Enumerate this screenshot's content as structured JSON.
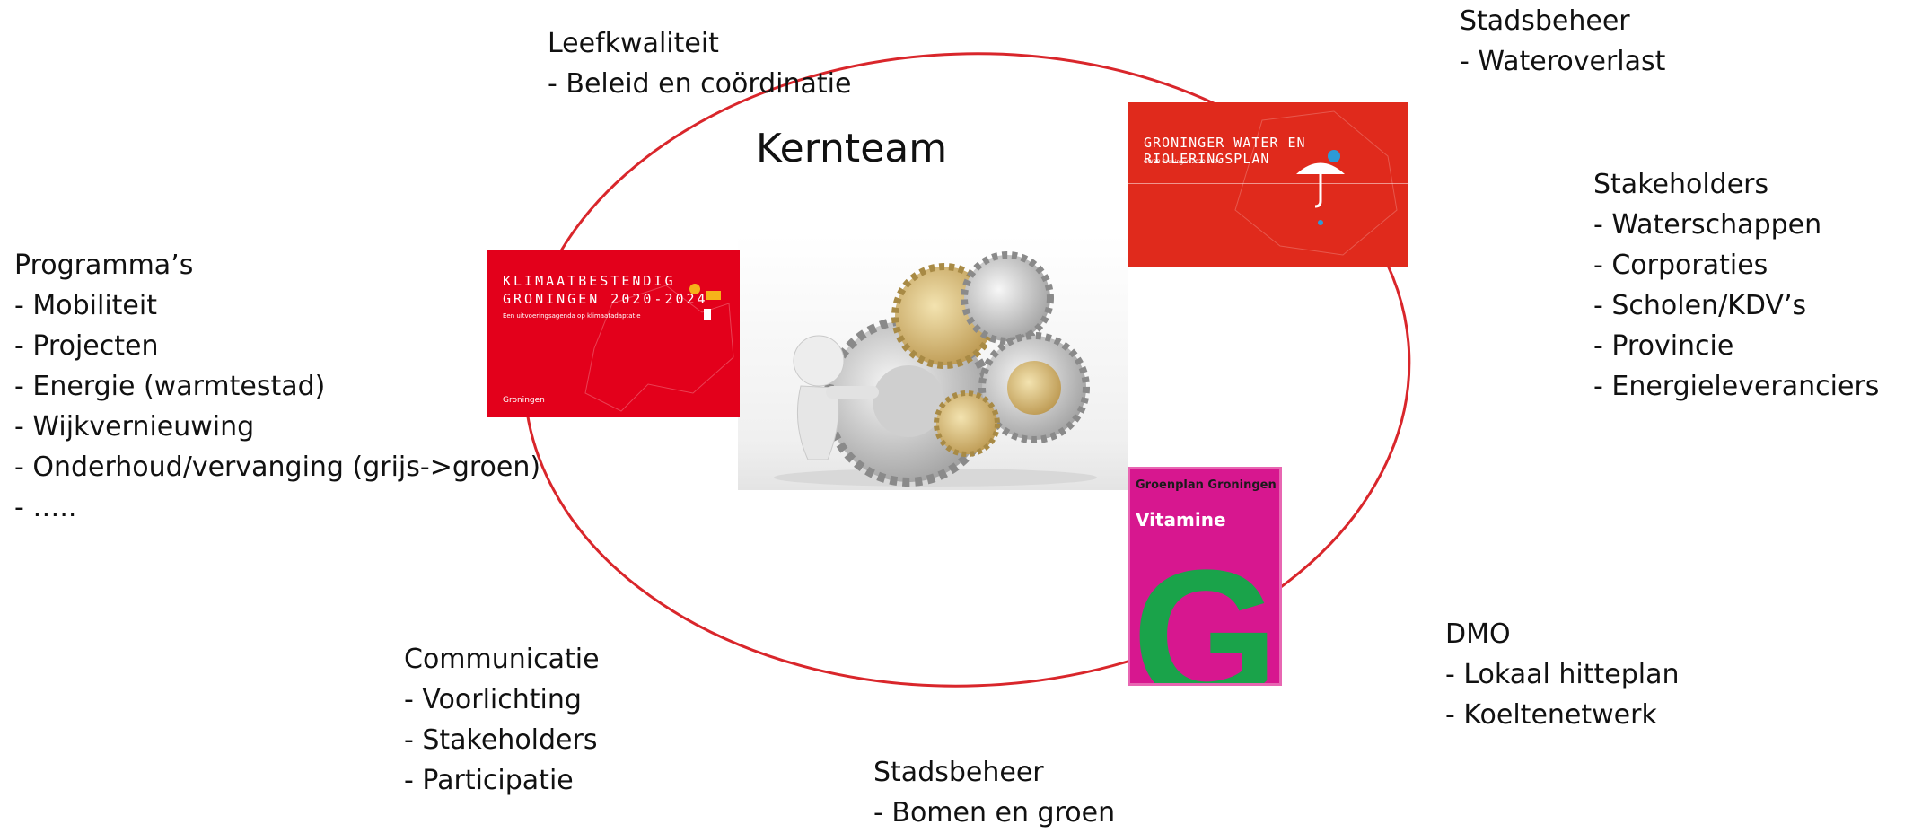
{
  "center": {
    "title": "Kernteam"
  },
  "groups": {
    "leefkwaliteit": {
      "heading": "Leefkwaliteit",
      "items": [
        "- Beleid en coördinatie"
      ]
    },
    "stadsbeheer_top": {
      "heading": "Stadsbeheer",
      "items": [
        "- Wateroverlast"
      ]
    },
    "stakeholders": {
      "heading": "Stakeholders",
      "items": [
        "- Waterschappen",
        "- Corporaties",
        "- Scholen/KDV’s",
        "- Provincie",
        "- Energieleveranciers"
      ]
    },
    "programmas": {
      "heading": "Programma’s",
      "items": [
        "- Mobiliteit",
        "- Projecten",
        "- Energie (warmtestad)",
        "- Wijkvernieuwing",
        "- Onderhoud/vervanging (grijs->groen)",
        "- ….."
      ]
    },
    "communicatie": {
      "heading": "Communicatie",
      "items": [
        "- Voorlichting",
        "- Stakeholders",
        "- Participatie"
      ]
    },
    "stadsbeheer_bottom": {
      "heading": "Stadsbeheer",
      "items": [
        "- Bomen en groen"
      ]
    },
    "dmo": {
      "heading": "DMO",
      "items": [
        "- Lokaal hitteplan",
        "- Koeltenetwerk"
      ]
    }
  },
  "covers": {
    "klimaat": {
      "title_line1": "KLIMAATBESTENDIG",
      "title_line2": "GRONINGEN 2020-2024",
      "subtitle": "Een uitvoeringsagenda op klimaatadaptatie",
      "logo": "Groningen"
    },
    "water": {
      "title": "GRONINGER WATER EN RIOLERINGSPLAN",
      "subtitle": "GWRP Groningen 2020-2024"
    },
    "groen": {
      "brand": "Groenplan Groningen",
      "title": "Vitamine",
      "letter": "G"
    }
  },
  "colors": {
    "ellipse": "#d9262b",
    "klimaat_bg": "#e3001b",
    "water_bg": "#e02a1c",
    "groen_bg": "#d7178f",
    "groen_letter": "#1aa34a"
  },
  "icons": {
    "gears": "gears-figure-icon",
    "umbrella": "umbrella-icon"
  }
}
